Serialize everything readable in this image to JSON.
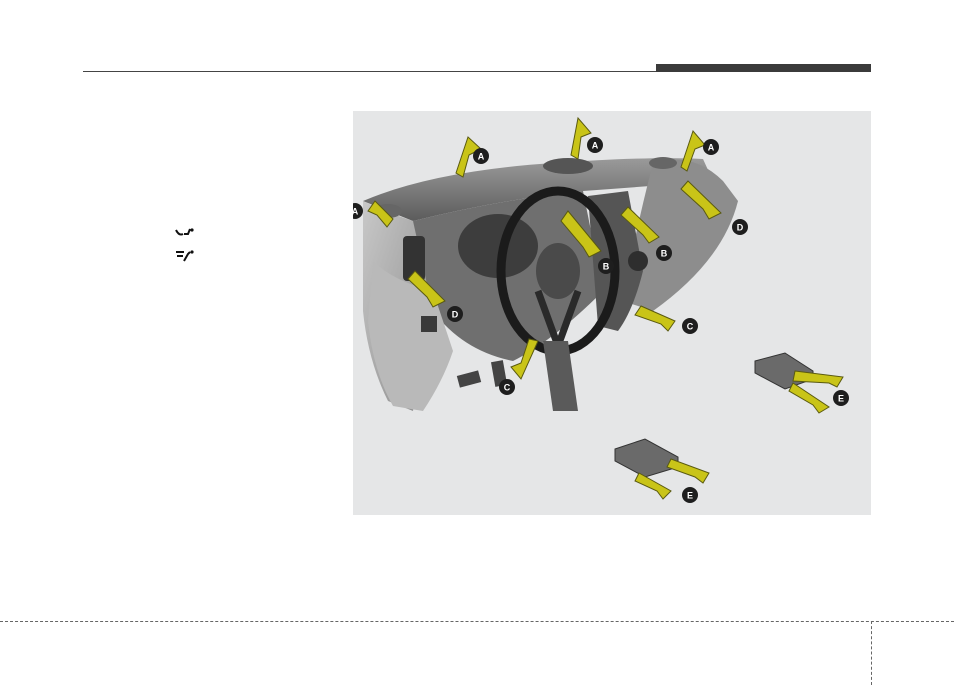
{
  "figure": {
    "callouts": [
      {
        "id": "A1",
        "letter": "A"
      },
      {
        "id": "A2",
        "letter": "A"
      },
      {
        "id": "A3",
        "letter": "A"
      },
      {
        "id": "A4",
        "letter": "A"
      },
      {
        "id": "B1",
        "letter": "B"
      },
      {
        "id": "B2",
        "letter": "B"
      },
      {
        "id": "C1",
        "letter": "C"
      },
      {
        "id": "C2",
        "letter": "C"
      },
      {
        "id": "D1",
        "letter": "D"
      },
      {
        "id": "D2",
        "letter": "D"
      },
      {
        "id": "E1",
        "letter": "E"
      },
      {
        "id": "E2",
        "letter": "E"
      }
    ]
  },
  "side_icons": [
    "floor-vent-icon",
    "floor-defrost-icon"
  ],
  "colors": {
    "arrow_fill": "#c9c418",
    "arrow_stroke": "#5a5a10",
    "callout_bg": "#1e1e1e",
    "panel_bg": "#e5e6e7"
  }
}
